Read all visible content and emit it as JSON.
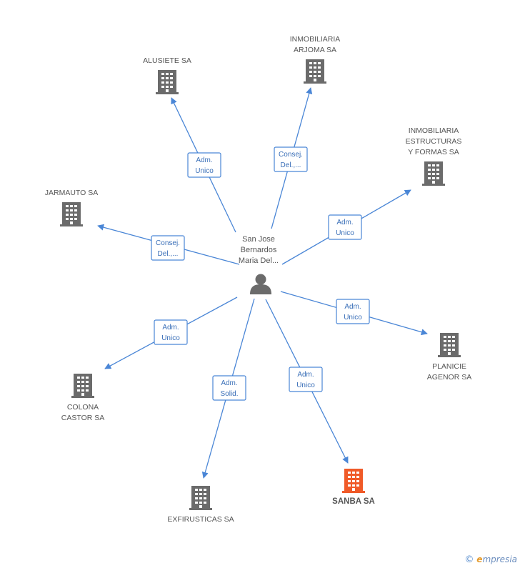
{
  "center": {
    "name_lines": [
      "San Jose",
      "Bernardos",
      "Maria Del..."
    ],
    "icon": "person-icon"
  },
  "nodes": [
    {
      "id": "alusiete",
      "lines": [
        "ALUSIETE SA"
      ],
      "highlight": false
    },
    {
      "id": "arjoma",
      "lines": [
        "INMOBILIARIA",
        "ARJOMA SA"
      ],
      "highlight": false
    },
    {
      "id": "estructuras",
      "lines": [
        "INMOBILIARIA",
        "ESTRUCTURAS",
        "Y FORMAS SA"
      ],
      "highlight": false
    },
    {
      "id": "jarmauto",
      "lines": [
        "JARMAUTO SA"
      ],
      "highlight": false
    },
    {
      "id": "planicie",
      "lines": [
        "PLANICIE",
        "AGENOR SA"
      ],
      "highlight": false
    },
    {
      "id": "colona",
      "lines": [
        "COLONA",
        "CASTOR SA"
      ],
      "highlight": false
    },
    {
      "id": "exfirusticas",
      "lines": [
        "EXFIRUSTICAS SA"
      ],
      "highlight": false
    },
    {
      "id": "sanba",
      "lines": [
        "SANBA SA"
      ],
      "highlight": true
    }
  ],
  "edges": [
    {
      "to": "alusiete",
      "label": [
        "Adm.",
        "Unico"
      ]
    },
    {
      "to": "arjoma",
      "label": [
        "Consej.",
        "Del.,..."
      ]
    },
    {
      "to": "estructuras",
      "label": [
        "Adm.",
        "Unico"
      ]
    },
    {
      "to": "jarmauto",
      "label": [
        "Consej.",
        "Del.,..."
      ]
    },
    {
      "to": "planicie",
      "label": [
        "Adm.",
        "Unico"
      ]
    },
    {
      "to": "colona",
      "label": [
        "Adm.",
        "Unico"
      ]
    },
    {
      "to": "exfirusticas",
      "label": [
        "Adm.",
        "Solid."
      ]
    },
    {
      "to": "sanba",
      "label": [
        "Adm.",
        "Unico"
      ]
    }
  ],
  "colors": {
    "building": "#6b6b6b",
    "building_highlight": "#f05a28",
    "edge": "#4a86d6",
    "person": "#6b6b6b"
  },
  "footer": {
    "copyright": "©",
    "brand_initial": "e",
    "brand_rest": "mpresia"
  }
}
